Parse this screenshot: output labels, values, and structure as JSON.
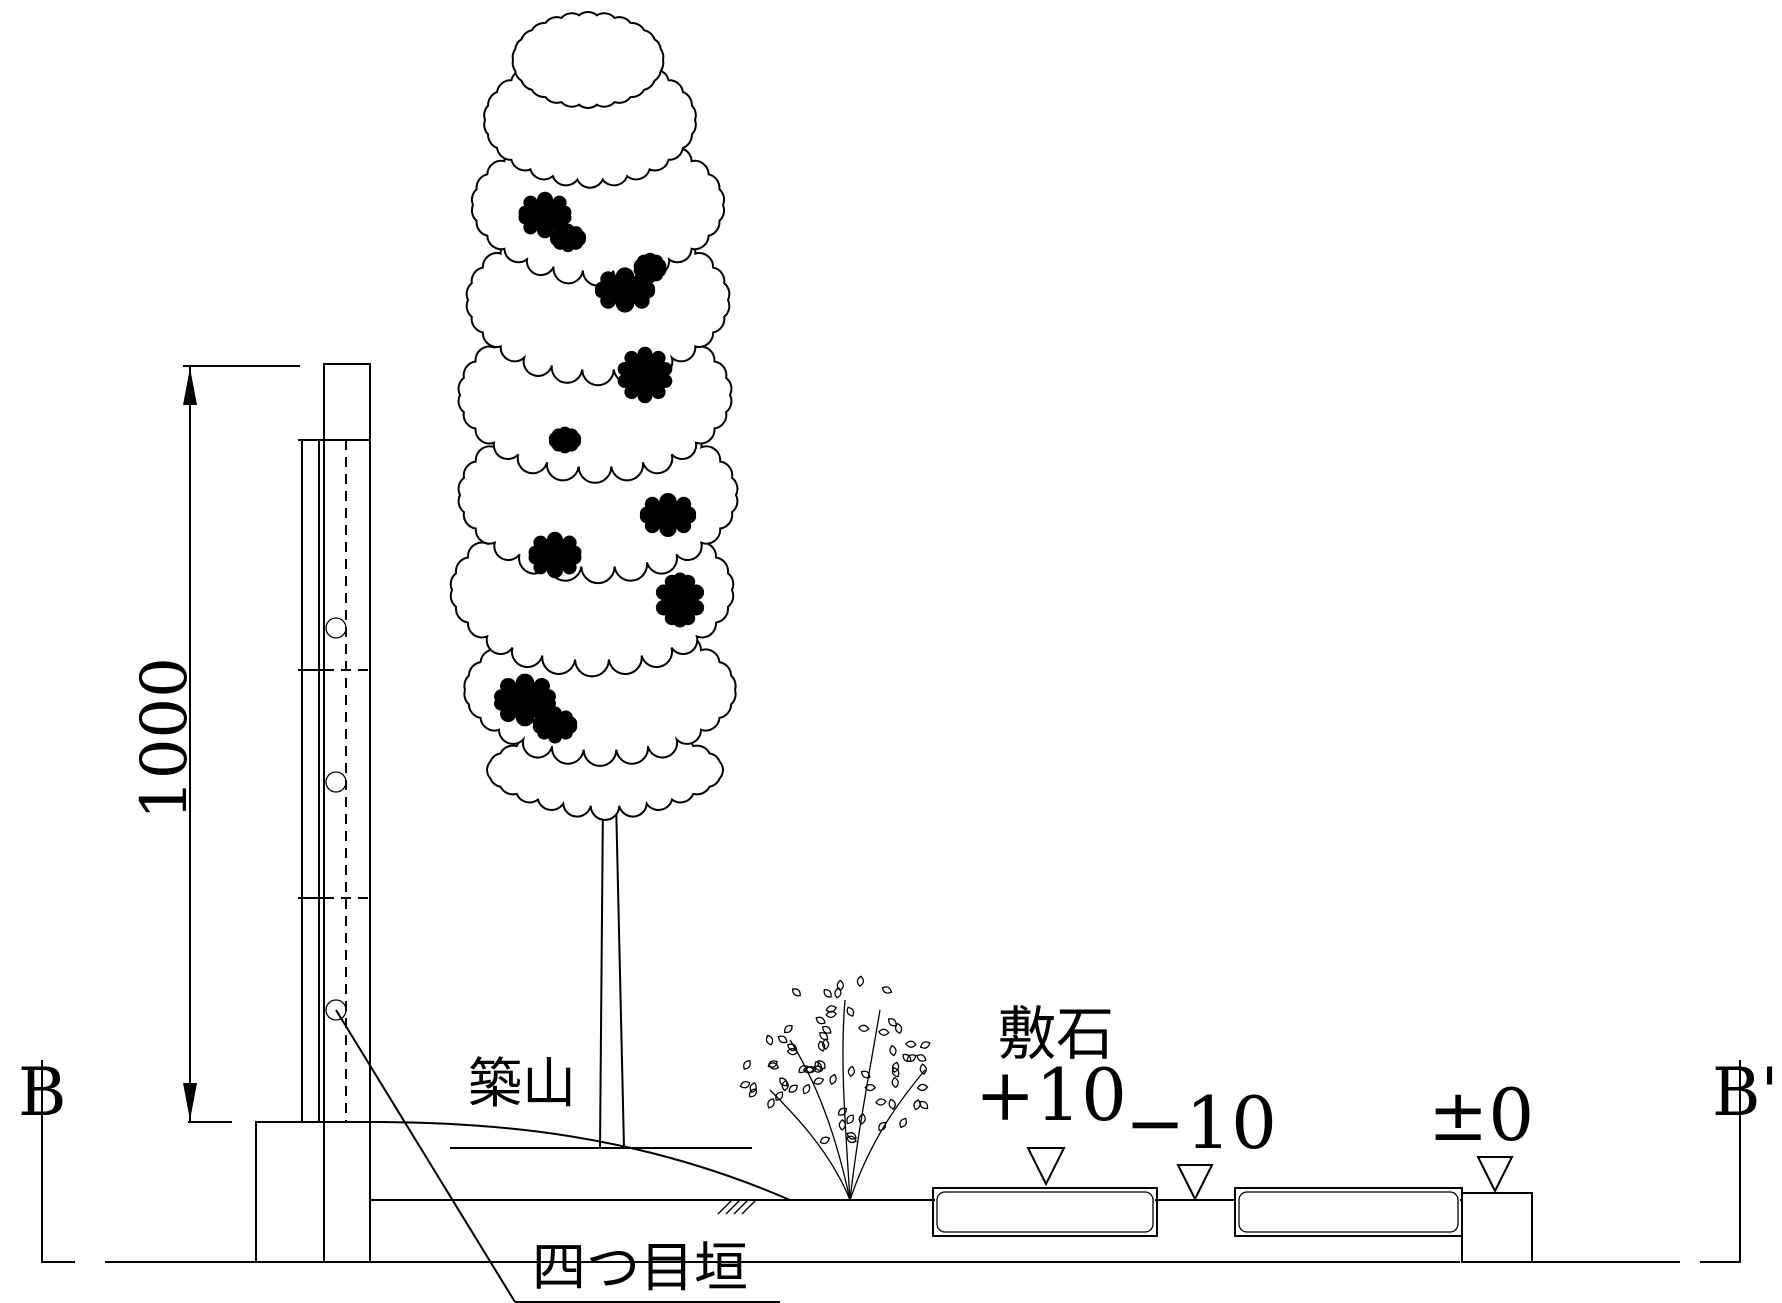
{
  "section": {
    "left_marker": "B",
    "right_marker": "B'"
  },
  "dimension": {
    "value": "1000"
  },
  "labels": {
    "mound": "築山",
    "fence": "四つ目垣",
    "paving": "敷石"
  },
  "levels": {
    "plus": "+10",
    "minus": "−10",
    "zero": "±0"
  }
}
